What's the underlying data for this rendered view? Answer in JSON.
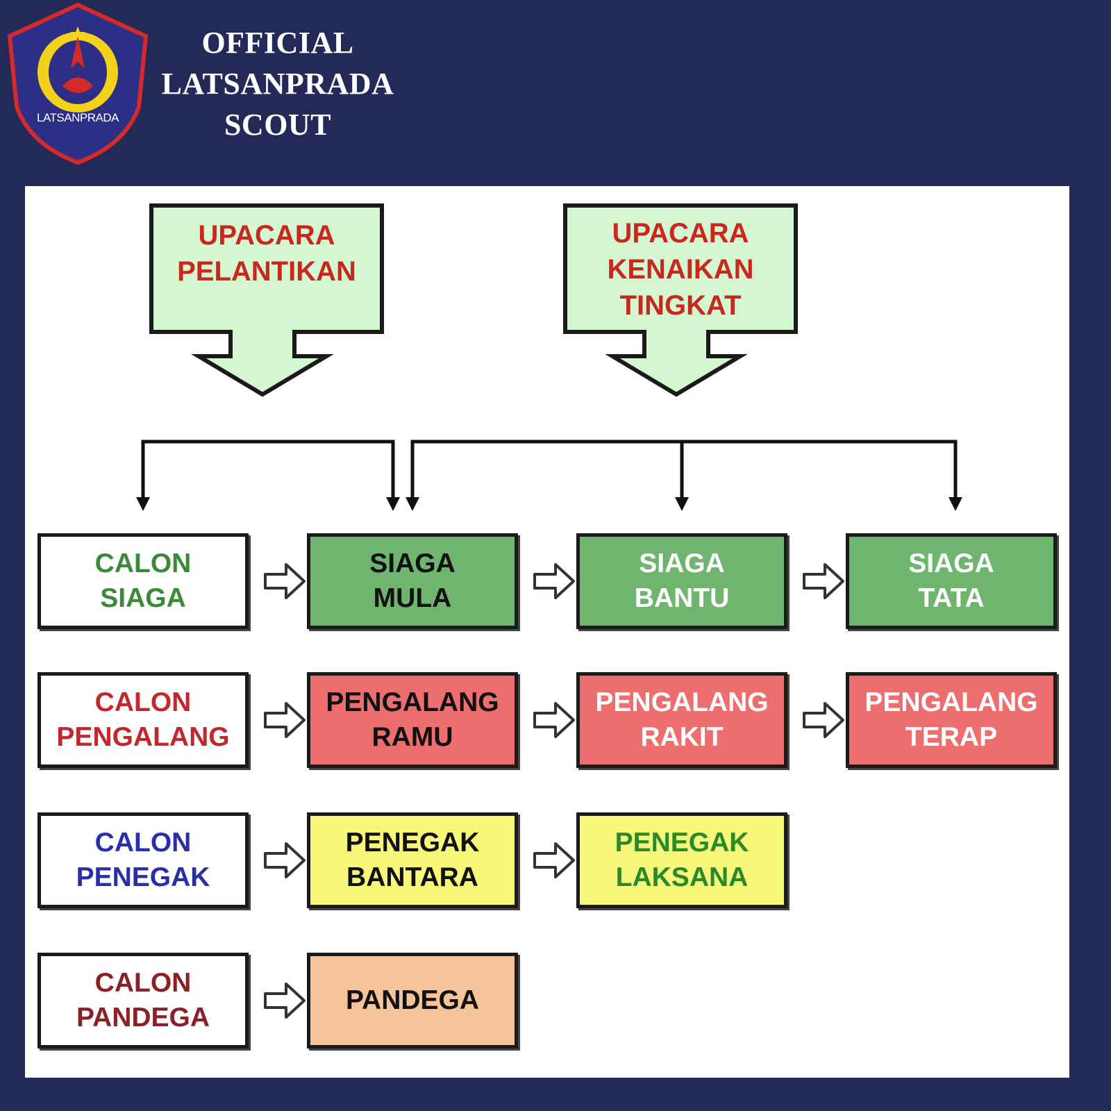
{
  "header": {
    "logo_text": "LATSANPRADA",
    "title_lines": [
      "OFFICIAL",
      "LATSANPRADA",
      "SCOUT"
    ]
  },
  "colors": {
    "background": "#232a58",
    "ceremony_fill": "#d4f7d2",
    "ceremony_text": "#c8281e",
    "siaga": "#6fb56f",
    "penggalang": "#ec6e6e",
    "penegak": "#f7f77a",
    "pandega": "#f7c49a"
  },
  "ceremonies": [
    {
      "lines": [
        "UPACARA",
        "PELANTIKAN"
      ]
    },
    {
      "lines": [
        "UPACARA",
        "KENAIKAN",
        "TINGKAT"
      ]
    }
  ],
  "rows": [
    {
      "calon": {
        "lines": [
          "CALON",
          "SIAGA"
        ],
        "color": "#3a8a3a"
      },
      "levels": [
        {
          "lines": [
            "SIAGA",
            "MULA"
          ],
          "fill": "#6fb56f",
          "text": "#111111"
        },
        {
          "lines": [
            "SIAGA",
            "BANTU"
          ],
          "fill": "#6fb56f",
          "text": "#ffffff"
        },
        {
          "lines": [
            "SIAGA",
            "TATA"
          ],
          "fill": "#6fb56f",
          "text": "#ffffff"
        }
      ]
    },
    {
      "calon": {
        "lines": [
          "CALON",
          "PENGALANG"
        ],
        "color": "#c0282e"
      },
      "levels": [
        {
          "lines": [
            "PENGALANG",
            "RAMU"
          ],
          "fill": "#ec6e6e",
          "text": "#111111"
        },
        {
          "lines": [
            "PENGALANG",
            "RAKIT"
          ],
          "fill": "#ec6e6e",
          "text": "#ffffff"
        },
        {
          "lines": [
            "PENGALANG",
            "TERAP"
          ],
          "fill": "#ec6e6e",
          "text": "#ffffff"
        }
      ]
    },
    {
      "calon": {
        "lines": [
          "CALON",
          "PENEGAK"
        ],
        "color": "#2a2fa8"
      },
      "levels": [
        {
          "lines": [
            "PENEGAK",
            "BANTARA"
          ],
          "fill": "#f7f77a",
          "text": "#111111"
        },
        {
          "lines": [
            "PENEGAK",
            "LAKSANA"
          ],
          "fill": "#f7f77a",
          "text": "#2a8a2a"
        }
      ]
    },
    {
      "calon": {
        "lines": [
          "CALON",
          "PANDEGA"
        ],
        "color": "#8a2028"
      },
      "levels": [
        {
          "lines": [
            "PANDEGA"
          ],
          "fill": "#f7c49a",
          "text": "#111111"
        }
      ]
    }
  ]
}
